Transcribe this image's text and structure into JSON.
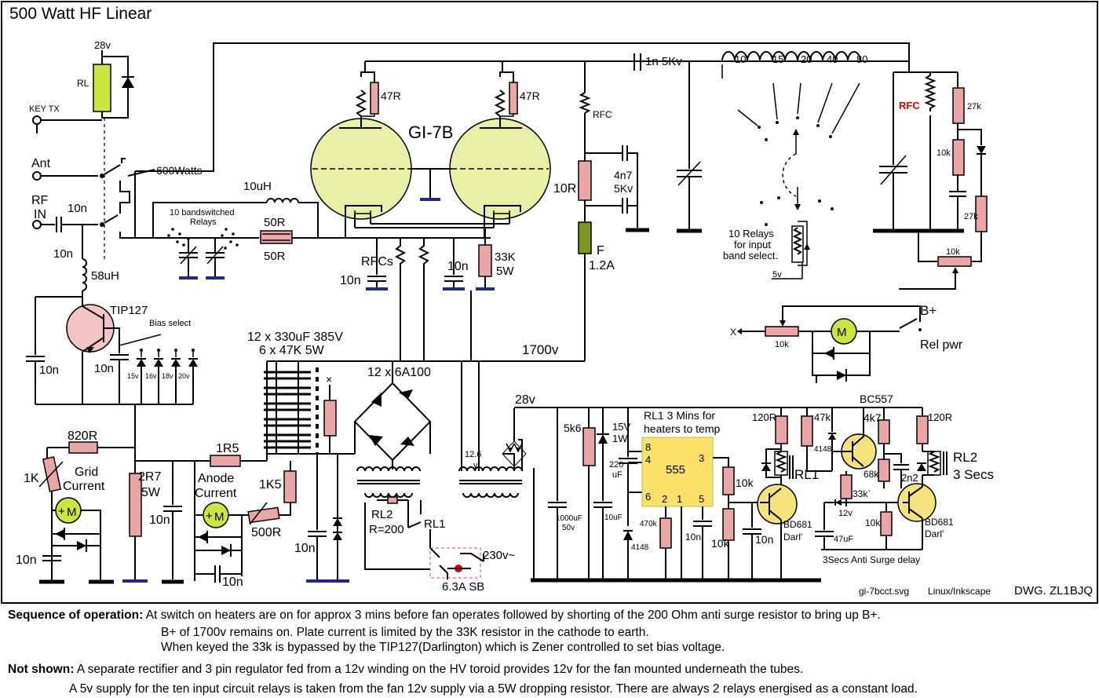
{
  "title": "500 Watt HF Linear",
  "tubes": {
    "label": "GI-7B",
    "plate_resistor": "47R"
  },
  "input_section": {
    "key_tx": "KEY TX",
    "relay_supply": "28v",
    "relay_label": "RL",
    "ant": "Ant",
    "rf_in": "RF\nIN",
    "rf_in_line1": "RF",
    "rf_in_line2": "IN",
    "power": "600Watts",
    "cap_10n_a": "10n",
    "cap_10n_b": "10n",
    "choke_58uH": "58uH",
    "choke_10uH": "10uH",
    "bandswitch_label_1": "10 bandswitched",
    "bandswitch_label_2": "Relays",
    "res_50R_a": "50R",
    "res_50R_b": "50R"
  },
  "bias": {
    "transistor": "TIP127",
    "bias_select": "Bias select",
    "cap_10n_a": "10n",
    "cap_10n_b": "10n",
    "zeners": [
      "15v",
      "16v",
      "18v",
      "20v"
    ]
  },
  "cathode": {
    "rfcs": "RFCs",
    "cap_10n_a": "10n",
    "cap_10n_b": "10n",
    "res_33K": "33K",
    "res_33K_w": "5W"
  },
  "output": {
    "coupling_cap": "1n 5Kv",
    "rfc": "RFC",
    "res_10R": "10R",
    "cap_4n7": "4n7",
    "cap_4n7_v": "5Kv",
    "fuse": "F",
    "fuse_rating": "1.2A",
    "taps": [
      "10",
      "15",
      "20",
      "40",
      "80"
    ],
    "relays_1": "10 Relays",
    "relays_2": "for input",
    "relays_3": "band select.",
    "relay_v": "5v",
    "rfc_red": "RFC",
    "res_27k_a": "27k",
    "res_10k": "10k",
    "res_27k_b": "27k",
    "pot_10k": "10k",
    "b_plus": "B+",
    "rel_pwr": "Rel pwr",
    "x": "X",
    "pot_10k_b": "10k",
    "meter": "M"
  },
  "hv_supply": {
    "caps": "12 x 330uF 385V",
    "resistors": "6 x 47K 5W",
    "b_plus_v": "1700v",
    "diodes": "12 x 6A100",
    "heater_v": "12.6",
    "heater_unit": "v",
    "rl2": "RL2",
    "r200": "R=200",
    "rl1": "RL1",
    "mains": "230v~",
    "fuse": "6.3A SB"
  },
  "meters": {
    "res_820R": "820R",
    "res_1K": "1K",
    "grid_1": "Grid",
    "grid_2": "Current",
    "cap_10n_grid": "10n",
    "res_2R7": "2R7",
    "res_2R7_w": "5W",
    "cap_10n_mid": "10n",
    "res_1R5": "1R5",
    "anode_1": "Anode",
    "anode_2": "Current",
    "res_1K5": "1K5",
    "res_500R": "500R",
    "cap_10n_anode": "10n",
    "cap_10n_hv": "10n",
    "meter": "M"
  },
  "timer": {
    "supply": "28v",
    "res_5k6": "5k6",
    "zener": "15V",
    "zener_w": "1W",
    "cap_220": "220",
    "cap_220_unit": "uF",
    "cap_10uF": "10uF",
    "cap_1000uF": "1000uF",
    "cap_1000uF_v": "50v",
    "diode_4148": "4148",
    "res_470k": "470k",
    "cap_10n": "10n",
    "res_10k_a": "10k",
    "res_10k_b": "10k",
    "rl1_title_1": "RL1  3 Mins for",
    "rl1_title_2": "heaters to temp",
    "chip": "555",
    "pins": [
      "8",
      "4",
      "6",
      "2",
      "1",
      "5",
      "3"
    ],
    "res_120R_a": "120R",
    "rl1": "RL1",
    "darl_a": "BD681",
    "darl_a_2": "Darl'",
    "cap_10n_b": "10n"
  },
  "anti_surge": {
    "transistor": "BC557",
    "res_47k": "47k",
    "res_4k7": "4k7",
    "res_120R": "120R",
    "diode": "4148",
    "res_68k": "68k",
    "cap_2n2": "2n2",
    "res_33k": "33k`",
    "v12": "12v",
    "cap_47uF": "47uF",
    "res_10k": "10k",
    "darl": "BD681",
    "darl_2": "Darl'",
    "rl2": "RL2",
    "rl2_time": "3 Secs",
    "caption": "3Secs Anti Surge delay"
  },
  "footer": {
    "file": "gi-7bcct.svg",
    "tool": "Linux/Inkscape",
    "dwg": "DWG.  ZL1BJQ"
  },
  "notes": {
    "seq_label": "Sequence of operation:",
    "seq_1": "At switch on heaters are on for approx 3 mins before fan operates followed by shorting of the 200 Ohm anti surge resistor to bring up B+.",
    "seq_2": "B+ of 1700v remains on. Plate current is limited by the 33K resistor in the cathode to earth.",
    "seq_3": "When keyed the 33k is bypassed by the TIP127(Darlington) which is Zener controlled to set bias voltage.",
    "ns_label": "Not shown:",
    "ns_1": "A separate rectifier and 3 pin regulator fed from a 12v winding on the HV toroid provides 12v for the fan mounted underneath the tubes.",
    "ns_2": "A 5v supply for the ten input circuit relays is taken from the fan 12v supply via a 5W dropping resistor. There are always 2 relays energised as a constant load."
  }
}
